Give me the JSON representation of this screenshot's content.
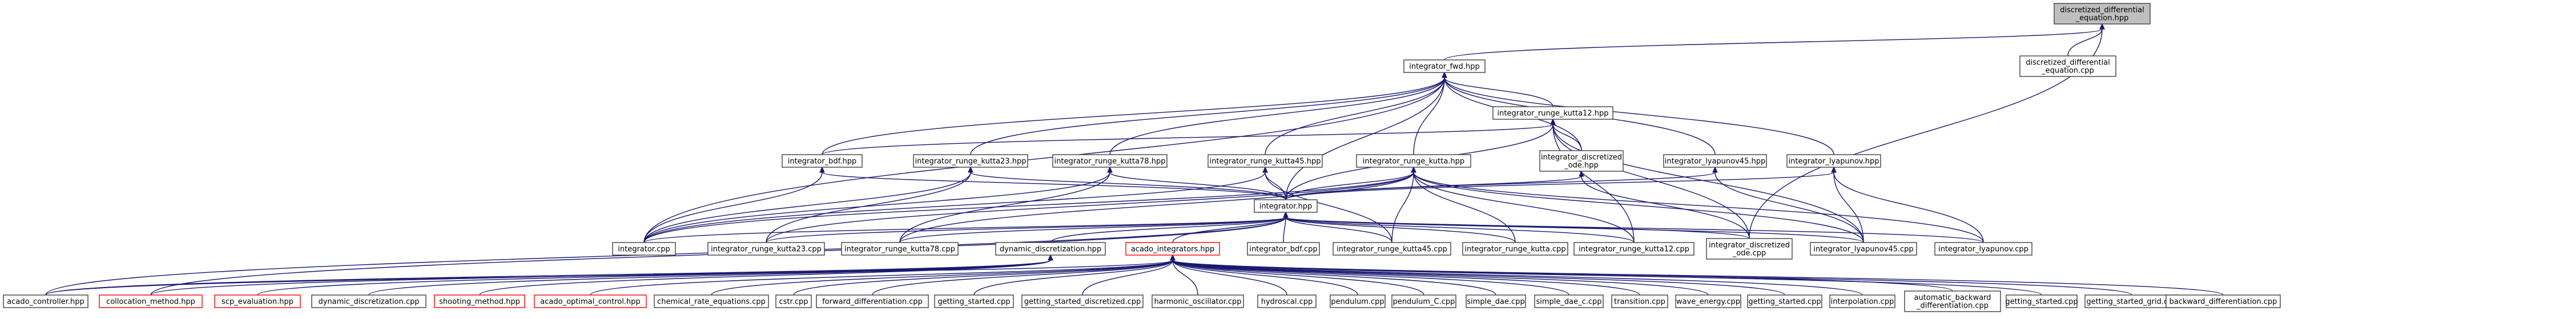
{
  "diagram": {
    "type": "include-dependency-graph",
    "colors": {
      "edge": "#191970",
      "node_border": "#404040",
      "root_fill": "#bfbfbf",
      "node_fill": "#ffffff",
      "missing_border": "#ff0000"
    },
    "nodes": [
      {
        "id": "n_dde_hpp",
        "lines": [
          "discretized_differential",
          "_equation.hpp"
        ],
        "style": "root"
      },
      {
        "id": "n_dde_cpp",
        "lines": [
          "discretized_differential",
          "_equation.cpp"
        ],
        "style": "normal"
      },
      {
        "id": "n_fwd",
        "lines": [
          "integrator_fwd.hpp"
        ],
        "style": "normal"
      },
      {
        "id": "n_rk12_hpp",
        "lines": [
          "integrator_runge_kutta12.hpp"
        ],
        "style": "normal"
      },
      {
        "id": "n_bdf_hpp",
        "lines": [
          "integrator_bdf.hpp"
        ],
        "style": "normal"
      },
      {
        "id": "n_rk23_hpp",
        "lines": [
          "integrator_runge_kutta23.hpp"
        ],
        "style": "normal"
      },
      {
        "id": "n_rk78_hpp",
        "lines": [
          "integrator_runge_kutta78.hpp"
        ],
        "style": "normal"
      },
      {
        "id": "n_rk45_hpp",
        "lines": [
          "integrator_runge_kutta45.hpp"
        ],
        "style": "normal"
      },
      {
        "id": "n_rk_hpp",
        "lines": [
          "integrator_runge_kutta.hpp"
        ],
        "style": "normal"
      },
      {
        "id": "n_disc_ode_hpp",
        "lines": [
          "integrator_discretized",
          "_ode.hpp"
        ],
        "style": "normal"
      },
      {
        "id": "n_lyap45_hpp",
        "lines": [
          "integrator_lyapunov45.hpp"
        ],
        "style": "normal"
      },
      {
        "id": "n_lyap_hpp",
        "lines": [
          "integrator_lyapunov.hpp"
        ],
        "style": "normal"
      },
      {
        "id": "n_integrator_hpp",
        "lines": [
          "integrator.hpp"
        ],
        "style": "normal"
      },
      {
        "id": "n_integrator_cpp",
        "lines": [
          "integrator.cpp"
        ],
        "style": "normal"
      },
      {
        "id": "n_rk23_cpp",
        "lines": [
          "integrator_runge_kutta23.cpp"
        ],
        "style": "normal"
      },
      {
        "id": "n_rk78_cpp",
        "lines": [
          "integrator_runge_kutta78.cpp"
        ],
        "style": "normal"
      },
      {
        "id": "n_dyn_disc_hpp",
        "lines": [
          "dynamic_discretization.hpp"
        ],
        "style": "normal"
      },
      {
        "id": "n_acado_int_hpp",
        "lines": [
          "acado_integrators.hpp"
        ],
        "style": "red"
      },
      {
        "id": "n_bdf_cpp",
        "lines": [
          "integrator_bdf.cpp"
        ],
        "style": "normal"
      },
      {
        "id": "n_rk45_cpp",
        "lines": [
          "integrator_runge_kutta45.cpp"
        ],
        "style": "normal"
      },
      {
        "id": "n_rk_cpp",
        "lines": [
          "integrator_runge_kutta.cpp"
        ],
        "style": "normal"
      },
      {
        "id": "n_rk12_cpp",
        "lines": [
          "integrator_runge_kutta12.cpp"
        ],
        "style": "normal"
      },
      {
        "id": "n_disc_ode_cpp",
        "lines": [
          "integrator_discretized",
          "_ode.cpp"
        ],
        "style": "normal"
      },
      {
        "id": "n_lyap45_cpp",
        "lines": [
          "integrator_lyapunov45.cpp"
        ],
        "style": "normal"
      },
      {
        "id": "n_lyap_cpp",
        "lines": [
          "integrator_lyapunov.cpp"
        ],
        "style": "normal"
      },
      {
        "id": "n_ctrl_hpp",
        "lines": [
          "acado_controller.hpp"
        ],
        "style": "normal"
      },
      {
        "id": "n_colloc_hpp",
        "lines": [
          "collocation_method.hpp"
        ],
        "style": "red"
      },
      {
        "id": "n_scp_hpp",
        "lines": [
          "scp_evaluation.hpp"
        ],
        "style": "red"
      },
      {
        "id": "n_dyn_disc_cpp",
        "lines": [
          "dynamic_discretization.cpp"
        ],
        "style": "normal"
      },
      {
        "id": "n_shoot_hpp",
        "lines": [
          "shooting_method.hpp"
        ],
        "style": "red"
      },
      {
        "id": "n_ocp_hpp",
        "lines": [
          "acado_optimal_control.hpp"
        ],
        "style": "red"
      },
      {
        "id": "n_chem_cpp",
        "lines": [
          "chemical_rate_equations.cpp"
        ],
        "style": "normal"
      },
      {
        "id": "n_cstr_cpp",
        "lines": [
          "cstr.cpp"
        ],
        "style": "normal"
      },
      {
        "id": "n_fwd_diff_cpp",
        "lines": [
          "forward_differentiation.cpp"
        ],
        "style": "normal"
      },
      {
        "id": "n_gs1_cpp",
        "lines": [
          "getting_started.cpp"
        ],
        "style": "normal"
      },
      {
        "id": "n_gs_disc_cpp",
        "lines": [
          "getting_started_discretized.cpp"
        ],
        "style": "normal"
      },
      {
        "id": "n_harm_cpp",
        "lines": [
          "harmonic_oscillator.cpp"
        ],
        "style": "normal"
      },
      {
        "id": "n_hydro_cpp",
        "lines": [
          "hydroscal.cpp"
        ],
        "style": "normal"
      },
      {
        "id": "n_pend_cpp",
        "lines": [
          "pendulum.cpp"
        ],
        "style": "normal"
      },
      {
        "id": "n_pendc_cpp",
        "lines": [
          "pendulum_C.cpp"
        ],
        "style": "normal"
      },
      {
        "id": "n_sdae_cpp",
        "lines": [
          "simple_dae.cpp"
        ],
        "style": "normal"
      },
      {
        "id": "n_sdaec_cpp",
        "lines": [
          "simple_dae_c.cpp"
        ],
        "style": "normal"
      },
      {
        "id": "n_trans_cpp",
        "lines": [
          "transition.cpp"
        ],
        "style": "normal"
      },
      {
        "id": "n_wave_cpp",
        "lines": [
          "wave_energy.cpp"
        ],
        "style": "normal"
      },
      {
        "id": "n_gs2_cpp",
        "lines": [
          "getting_started.cpp"
        ],
        "style": "normal"
      },
      {
        "id": "n_interp_cpp",
        "lines": [
          "interpolation.cpp"
        ],
        "style": "normal"
      },
      {
        "id": "n_autob_cpp",
        "lines": [
          "automatic_backward",
          "_differentiation.cpp"
        ],
        "style": "normal"
      },
      {
        "id": "n_gs3_cpp",
        "lines": [
          "getting_started.cpp"
        ],
        "style": "normal"
      },
      {
        "id": "n_gsgrid_cpp",
        "lines": [
          "getting_started_grid.cpp"
        ],
        "style": "normal"
      },
      {
        "id": "n_backdiff_cpp",
        "lines": [
          "backward_differentiation.cpp"
        ],
        "style": "normal"
      }
    ],
    "edges": [
      [
        "n_dde_hpp",
        "n_dde_cpp"
      ],
      [
        "n_dde_hpp",
        "n_fwd"
      ],
      [
        "n_dde_hpp",
        "n_disc_ode_cpp"
      ],
      [
        "n_fwd",
        "n_rk12_hpp"
      ],
      [
        "n_fwd",
        "n_bdf_hpp"
      ],
      [
        "n_fwd",
        "n_rk23_hpp"
      ],
      [
        "n_fwd",
        "n_rk78_hpp"
      ],
      [
        "n_fwd",
        "n_rk45_hpp"
      ],
      [
        "n_fwd",
        "n_rk_hpp"
      ],
      [
        "n_fwd",
        "n_disc_ode_hpp"
      ],
      [
        "n_fwd",
        "n_lyap45_hpp"
      ],
      [
        "n_fwd",
        "n_lyap_hpp"
      ],
      [
        "n_fwd",
        "n_integrator_hpp"
      ],
      [
        "n_fwd",
        "n_integrator_cpp"
      ],
      [
        "n_rk12_hpp",
        "n_bdf_hpp"
      ],
      [
        "n_rk12_hpp",
        "n_disc_ode_hpp"
      ],
      [
        "n_rk12_hpp",
        "n_integrator_hpp"
      ],
      [
        "n_rk12_hpp",
        "n_rk12_cpp"
      ],
      [
        "n_rk12_hpp",
        "n_disc_ode_cpp"
      ],
      [
        "n_rk12_hpp",
        "n_lyap45_cpp"
      ],
      [
        "n_bdf_hpp",
        "n_integrator_hpp"
      ],
      [
        "n_bdf_hpp",
        "n_integrator_cpp"
      ],
      [
        "n_rk23_hpp",
        "n_integrator_hpp"
      ],
      [
        "n_rk23_hpp",
        "n_integrator_cpp"
      ],
      [
        "n_rk23_hpp",
        "n_rk23_cpp"
      ],
      [
        "n_rk78_hpp",
        "n_integrator_hpp"
      ],
      [
        "n_rk78_hpp",
        "n_integrator_cpp"
      ],
      [
        "n_rk78_hpp",
        "n_rk78_cpp"
      ],
      [
        "n_rk45_hpp",
        "n_integrator_hpp"
      ],
      [
        "n_rk45_hpp",
        "n_integrator_cpp"
      ],
      [
        "n_rk45_hpp",
        "n_rk45_cpp"
      ],
      [
        "n_rk_hpp",
        "n_integrator_hpp"
      ],
      [
        "n_rk_hpp",
        "n_integrator_cpp"
      ],
      [
        "n_rk_hpp",
        "n_rk23_cpp"
      ],
      [
        "n_rk_hpp",
        "n_rk78_cpp"
      ],
      [
        "n_rk_hpp",
        "n_rk45_cpp"
      ],
      [
        "n_rk_hpp",
        "n_rk_cpp"
      ],
      [
        "n_rk_hpp",
        "n_rk12_cpp"
      ],
      [
        "n_rk_hpp",
        "n_lyap45_cpp"
      ],
      [
        "n_rk_hpp",
        "n_lyap_cpp"
      ],
      [
        "n_disc_ode_hpp",
        "n_integrator_hpp"
      ],
      [
        "n_disc_ode_hpp",
        "n_disc_ode_cpp"
      ],
      [
        "n_lyap45_hpp",
        "n_integrator_hpp"
      ],
      [
        "n_lyap45_hpp",
        "n_lyap45_cpp"
      ],
      [
        "n_lyap_hpp",
        "n_integrator_hpp"
      ],
      [
        "n_lyap_hpp",
        "n_lyap45_cpp"
      ],
      [
        "n_lyap_hpp",
        "n_lyap_cpp"
      ],
      [
        "n_integrator_hpp",
        "n_integrator_cpp"
      ],
      [
        "n_integrator_hpp",
        "n_rk23_cpp"
      ],
      [
        "n_integrator_hpp",
        "n_rk78_cpp"
      ],
      [
        "n_integrator_hpp",
        "n_dyn_disc_hpp"
      ],
      [
        "n_integrator_hpp",
        "n_acado_int_hpp"
      ],
      [
        "n_integrator_hpp",
        "n_bdf_cpp"
      ],
      [
        "n_integrator_hpp",
        "n_rk45_cpp"
      ],
      [
        "n_integrator_hpp",
        "n_rk_cpp"
      ],
      [
        "n_integrator_hpp",
        "n_rk12_cpp"
      ],
      [
        "n_integrator_hpp",
        "n_disc_ode_cpp"
      ],
      [
        "n_integrator_hpp",
        "n_lyap45_cpp"
      ],
      [
        "n_integrator_hpp",
        "n_lyap_cpp"
      ],
      [
        "n_integrator_hpp",
        "n_ctrl_hpp"
      ],
      [
        "n_integrator_hpp",
        "n_colloc_hpp"
      ],
      [
        "n_dyn_disc_hpp",
        "n_ctrl_hpp"
      ],
      [
        "n_dyn_disc_hpp",
        "n_colloc_hpp"
      ],
      [
        "n_dyn_disc_hpp",
        "n_scp_hpp"
      ],
      [
        "n_dyn_disc_hpp",
        "n_dyn_disc_cpp"
      ],
      [
        "n_dyn_disc_hpp",
        "n_shoot_hpp"
      ],
      [
        "n_acado_int_hpp",
        "n_ctrl_hpp"
      ],
      [
        "n_acado_int_hpp",
        "n_ocp_hpp"
      ],
      [
        "n_acado_int_hpp",
        "n_chem_cpp"
      ],
      [
        "n_acado_int_hpp",
        "n_cstr_cpp"
      ],
      [
        "n_acado_int_hpp",
        "n_fwd_diff_cpp"
      ],
      [
        "n_acado_int_hpp",
        "n_gs1_cpp"
      ],
      [
        "n_acado_int_hpp",
        "n_gs_disc_cpp"
      ],
      [
        "n_acado_int_hpp",
        "n_harm_cpp"
      ],
      [
        "n_acado_int_hpp",
        "n_hydro_cpp"
      ],
      [
        "n_acado_int_hpp",
        "n_pend_cpp"
      ],
      [
        "n_acado_int_hpp",
        "n_pendc_cpp"
      ],
      [
        "n_acado_int_hpp",
        "n_sdae_cpp"
      ],
      [
        "n_acado_int_hpp",
        "n_sdaec_cpp"
      ],
      [
        "n_acado_int_hpp",
        "n_trans_cpp"
      ],
      [
        "n_acado_int_hpp",
        "n_wave_cpp"
      ],
      [
        "n_acado_int_hpp",
        "n_gs2_cpp"
      ],
      [
        "n_acado_int_hpp",
        "n_interp_cpp"
      ],
      [
        "n_acado_int_hpp",
        "n_autob_cpp"
      ],
      [
        "n_acado_int_hpp",
        "n_gs3_cpp"
      ],
      [
        "n_acado_int_hpp",
        "n_gsgrid_cpp"
      ],
      [
        "n_acado_int_hpp",
        "n_backdiff_cpp"
      ]
    ]
  }
}
